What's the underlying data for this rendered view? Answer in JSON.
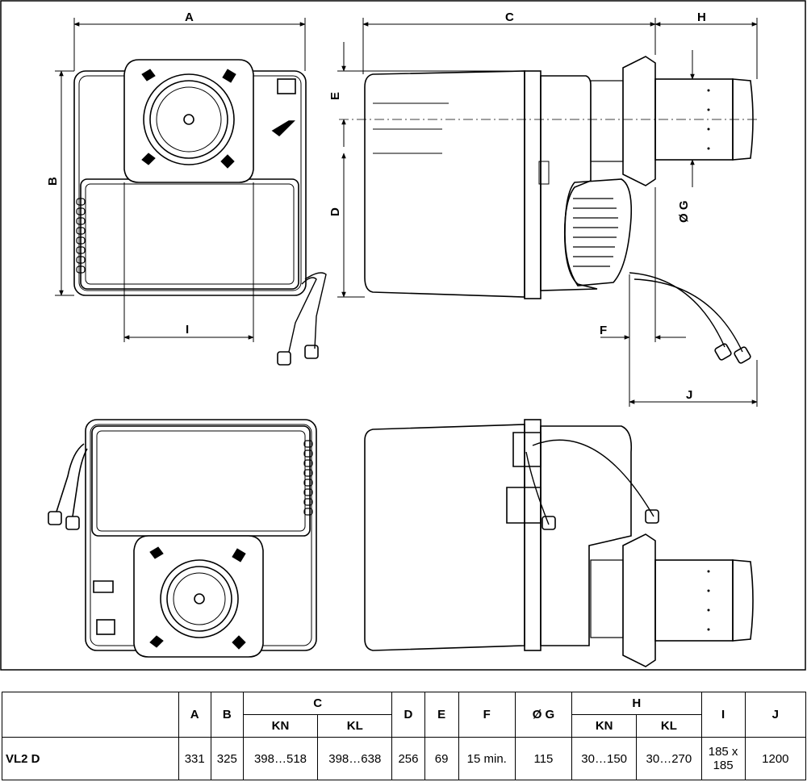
{
  "dimensions": {
    "A": "A",
    "B": "B",
    "C": "C",
    "D": "D",
    "E": "E",
    "F": "F",
    "G": "Ø G",
    "H": "H",
    "I": "I",
    "J": "J"
  },
  "table": {
    "headers": {
      "A": "A",
      "B": "B",
      "C": "C",
      "D": "D",
      "E": "E",
      "F": "F",
      "G": "Ø G",
      "H": "H",
      "I": "I",
      "J": "J",
      "C_KN": "KN",
      "C_KL": "KL",
      "H_KN": "KN",
      "H_KL": "KL"
    },
    "row": {
      "model": "VL2 D",
      "A": "331",
      "B": "325",
      "C_KN": "398…518",
      "C_KL": "398…638",
      "D": "256",
      "E": "69",
      "F": "15 min.",
      "G": "115",
      "H_KN": "30…150",
      "H_KL": "30…270",
      "I_line1": "185 x",
      "I_line2": "185",
      "J": "1200"
    }
  }
}
